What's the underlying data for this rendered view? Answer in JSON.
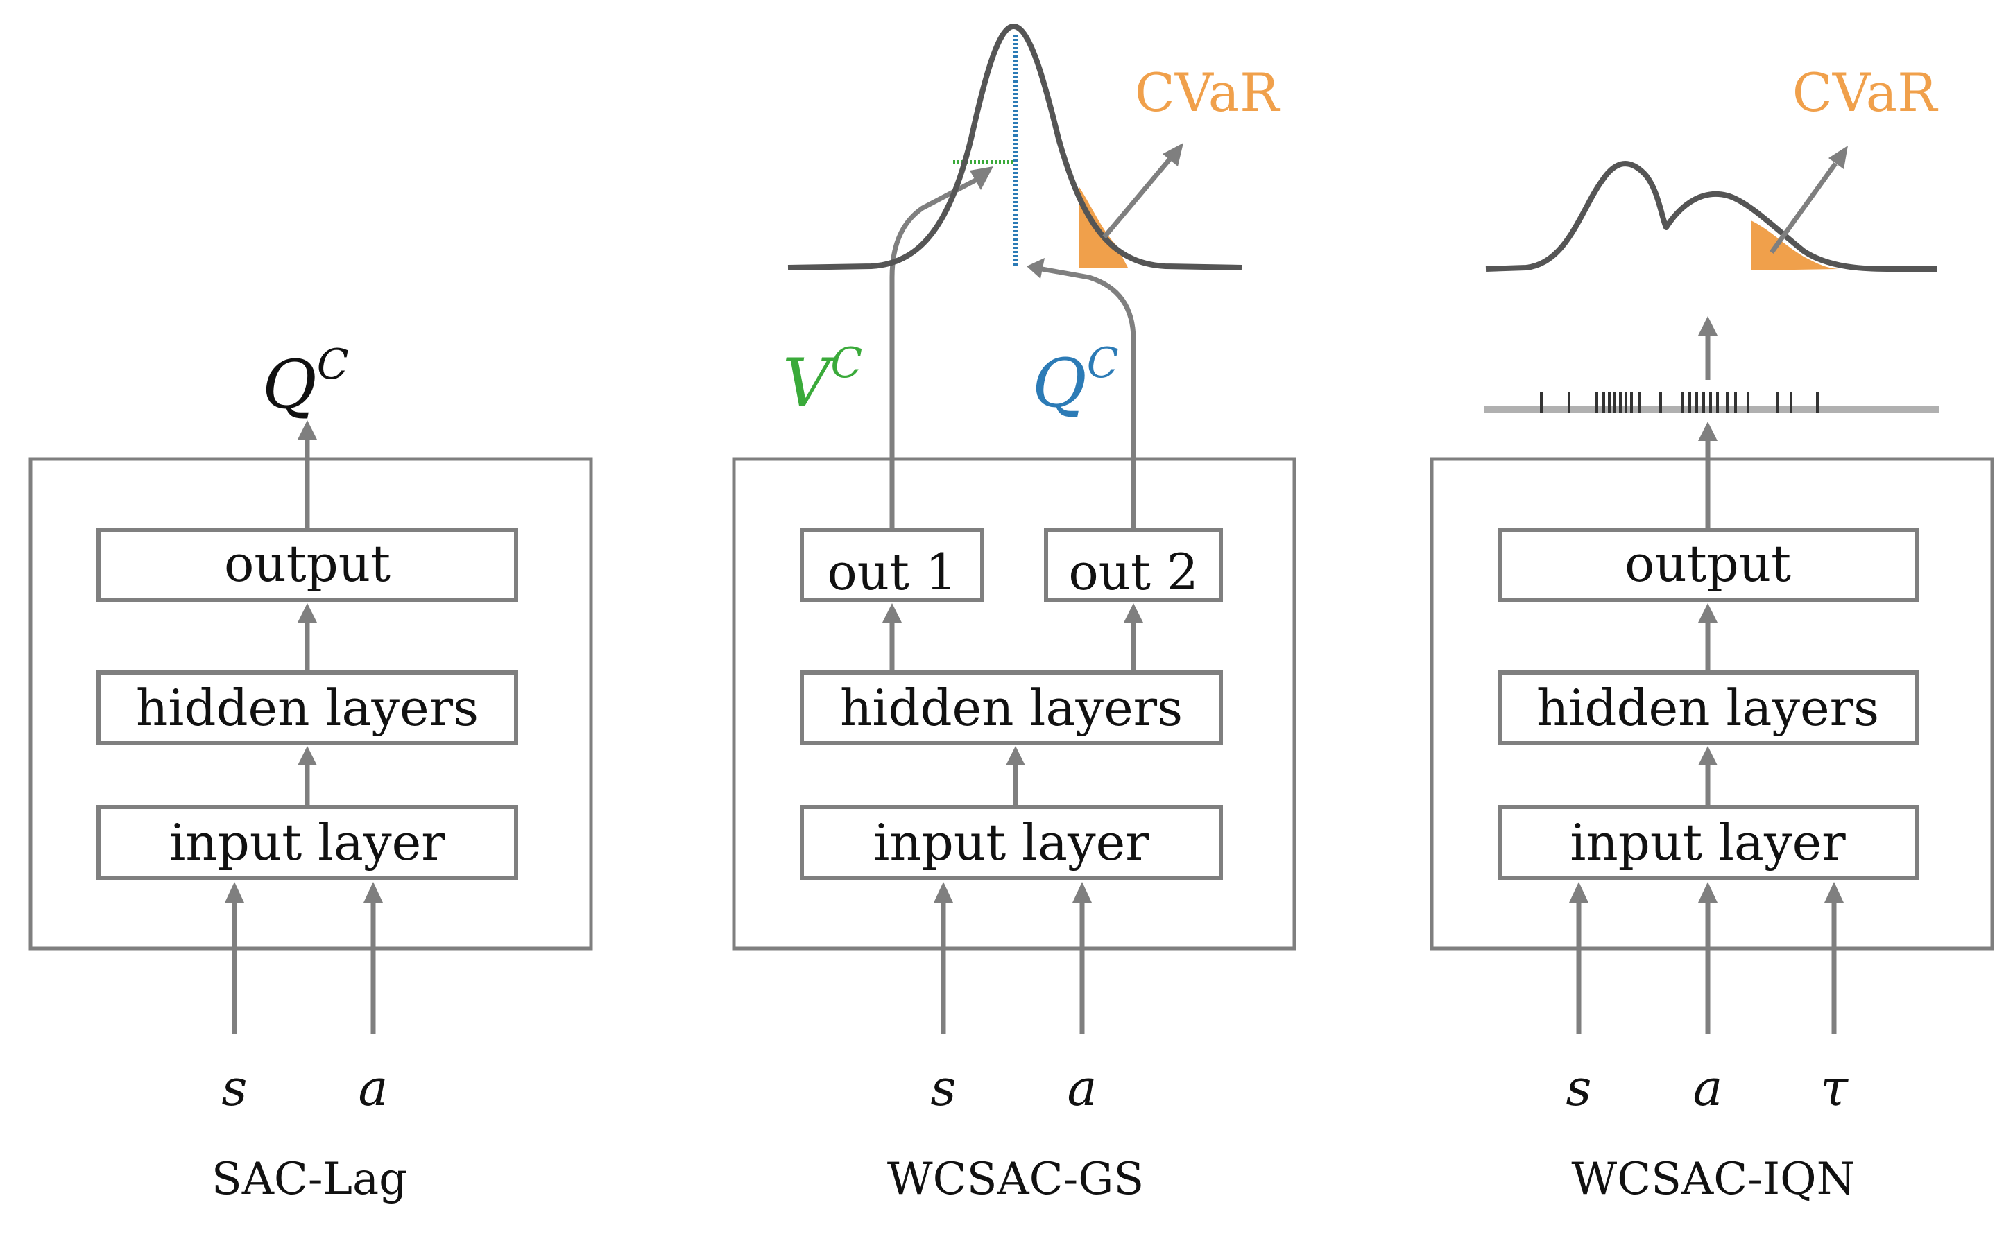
{
  "colors": {
    "stroke": "#7f7f7f",
    "curve": "#555555",
    "cvar": "#f0a04b",
    "value_green": "#3aaa3a",
    "q_blue": "#2c7bb6"
  },
  "panels": [
    {
      "caption": "SAC-Lag",
      "output_label": "Q",
      "output_superscript": "C",
      "layers": [
        "output",
        "hidden layers",
        "input layer"
      ],
      "inputs": [
        "s",
        "a"
      ]
    },
    {
      "caption": "WCSAC-GS",
      "output_heads": [
        "out 1",
        "out 2"
      ],
      "layers": [
        "hidden layers",
        "input layer"
      ],
      "inputs": [
        "s",
        "a"
      ],
      "v_label": "V",
      "v_superscript": "C",
      "q_label": "Q",
      "q_superscript": "C",
      "risk_label": "CVaR"
    },
    {
      "caption": "WCSAC-IQN",
      "layers": [
        "output",
        "hidden layers",
        "input layer"
      ],
      "inputs": [
        "s",
        "a",
        "τ"
      ],
      "risk_label": "CVaR"
    }
  ]
}
